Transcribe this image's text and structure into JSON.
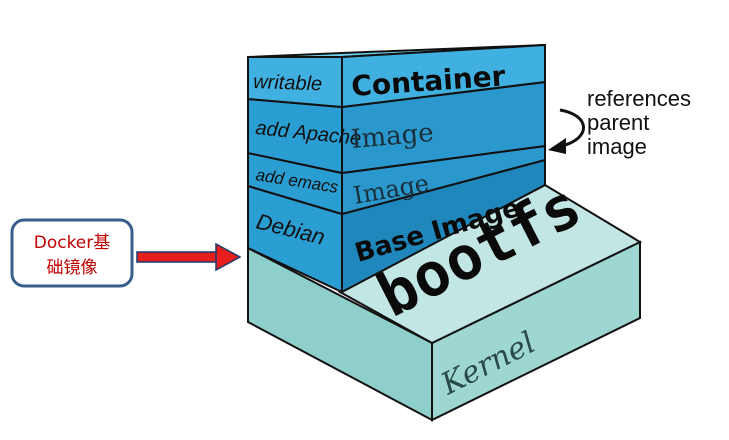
{
  "layers": {
    "writable": {
      "side_label": "writable",
      "main_label": "Container"
    },
    "apache": {
      "side_label": "add Apache",
      "main_label": "Image"
    },
    "emacs": {
      "side_label": "add emacs",
      "main_label": "Image"
    },
    "debian": {
      "side_label": "Debian",
      "main_label": "Base Image"
    },
    "bootfs": {
      "label": "bootfs"
    },
    "kernel": {
      "label": "Kernel"
    }
  },
  "references_note": [
    "references",
    "parent",
    "image"
  ],
  "callout": {
    "line1": "Docker基",
    "line2": "础镜像"
  },
  "colors": {
    "container_top": "#6ccfee",
    "container_face": "#3fb0e0",
    "image_face": "#2a98cc",
    "base_face": "#1f87bb",
    "side_face": "#2a9dd2",
    "bootfs_top": "#c2e6e3",
    "bootfs_face": "#8ecfcc",
    "kernel_face": "#9ed6d2",
    "callout_border": "#3a5f8f",
    "callout_text": "#c00000",
    "arrow": "#e61e1e"
  },
  "icons": {
    "callout_arrow": "red-right-arrow-icon",
    "references_arrow": "curved-arrow-icon"
  }
}
